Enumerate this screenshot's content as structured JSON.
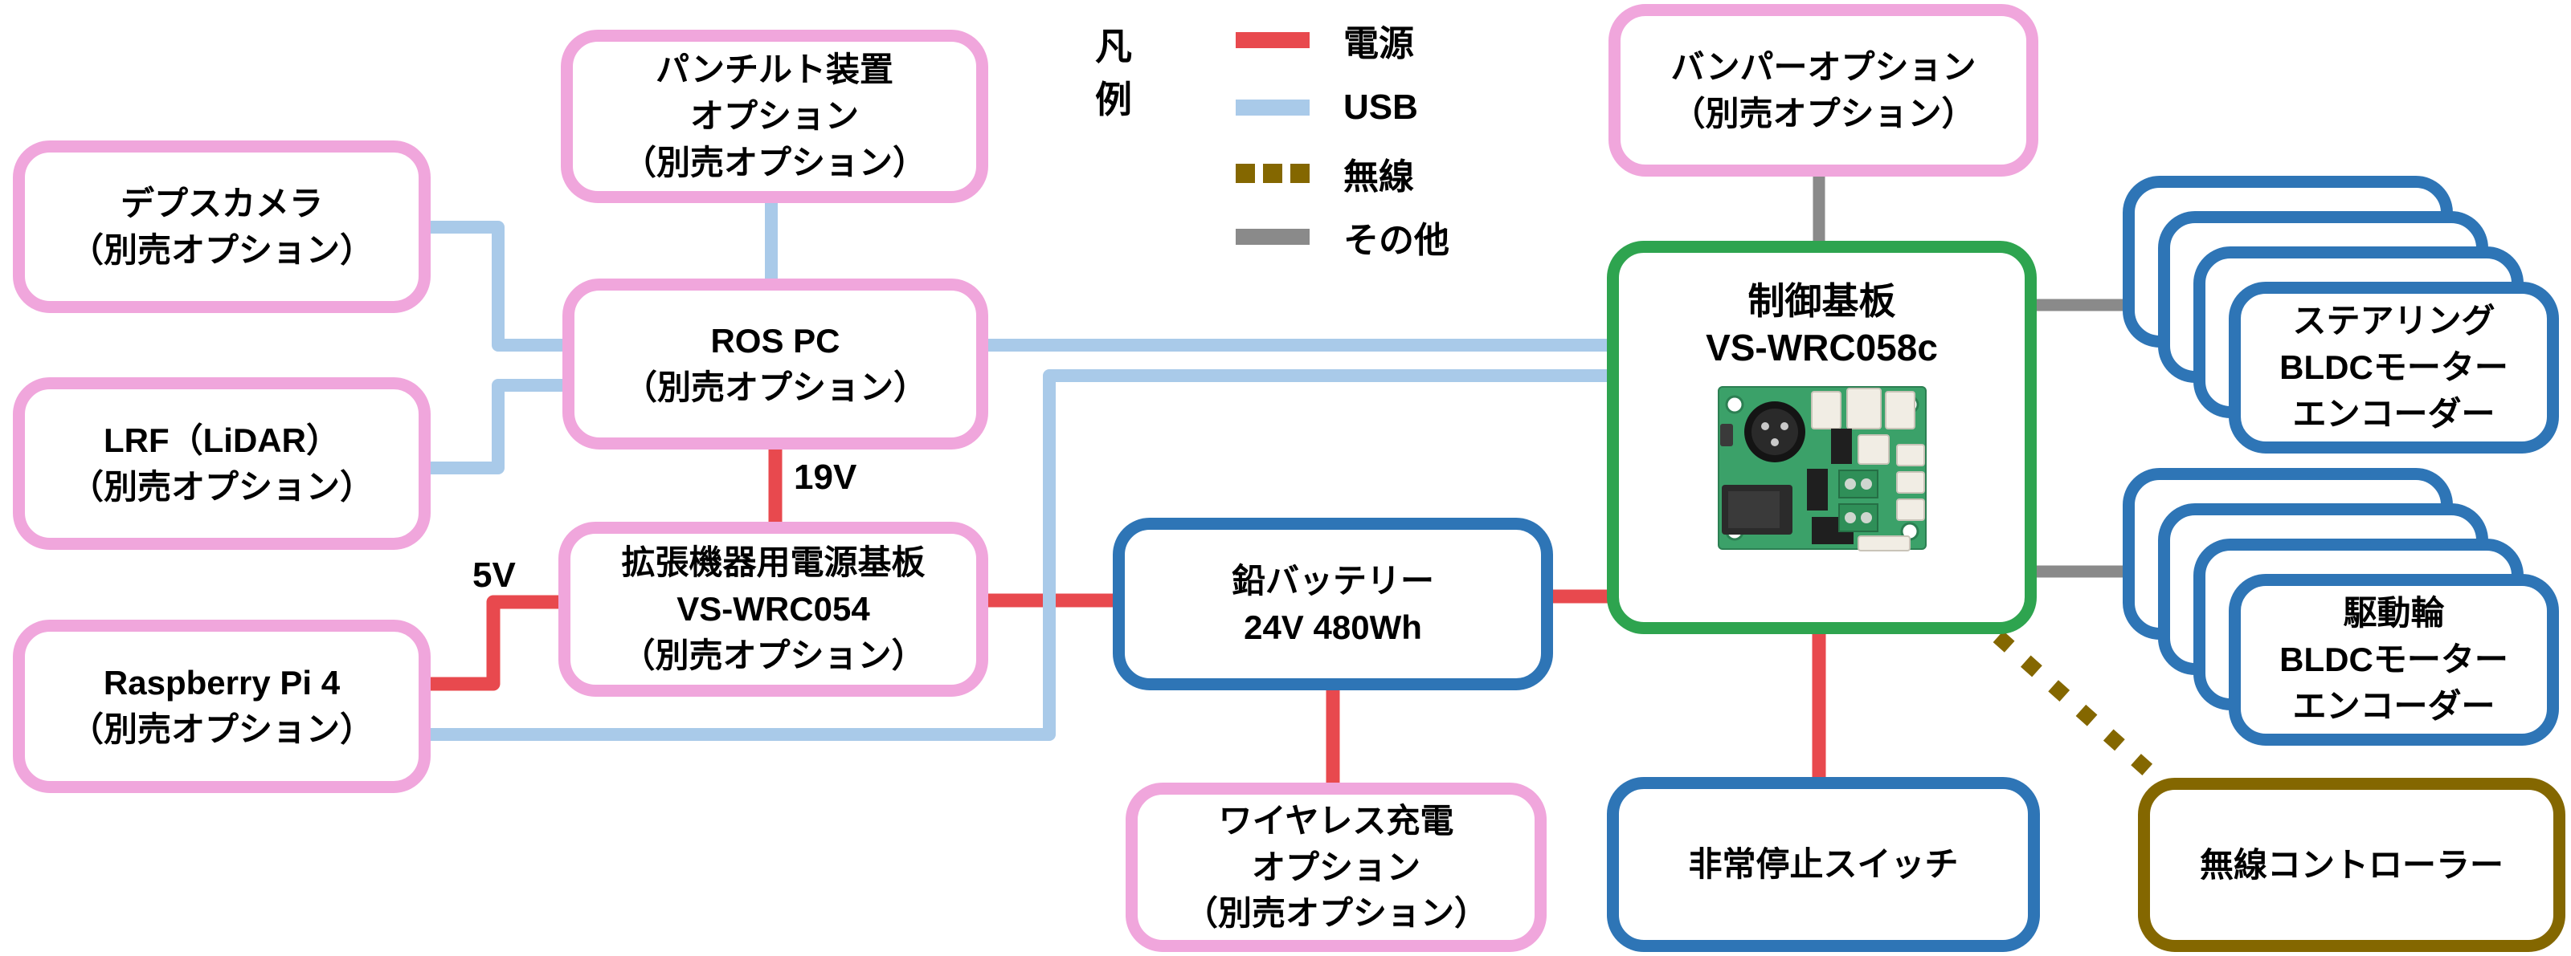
{
  "legend": {
    "title": "凡例",
    "items": [
      {
        "label": "電源",
        "color": "#E8494E",
        "style": "solid"
      },
      {
        "label": "USB",
        "color": "#A9CAE9",
        "style": "solid"
      },
      {
        "label": "無線",
        "color": "#846700",
        "style": "dotted"
      },
      {
        "label": "その他",
        "color": "#8A8A8A",
        "style": "solid"
      }
    ]
  },
  "nodes": {
    "depth_camera": {
      "label": "デプスカメラ\n（別売オプション）"
    },
    "lrf": {
      "label": "LRF（LiDAR）\n（別売オプション）"
    },
    "raspberry_pi": {
      "label": "Raspberry Pi 4\n（別売オプション）"
    },
    "pan_tilt": {
      "label": "パンチルト装置\nオプション\n（別売オプション）"
    },
    "ros_pc": {
      "label": "ROS PC\n（別売オプション）"
    },
    "power_board": {
      "label": "拡張機器用電源基板\nVS-WRC054\n（別売オプション）"
    },
    "bumper": {
      "label": "バンパーオプション\n（別売オプション）"
    },
    "control_board": {
      "label": "制御基板\nVS-WRC058c"
    },
    "battery": {
      "label": "鉛バッテリー\n24V 480Wh"
    },
    "wireless_charger": {
      "label": "ワイヤレス充電\nオプション\n（別売オプション）"
    },
    "emergency_stop": {
      "label": "非常停止スイッチ"
    },
    "wireless_controller": {
      "label": "無線コントローラー"
    },
    "steering_motor": {
      "label": "ステアリング\nBLDCモーター\nエンコーダー"
    },
    "drive_motor": {
      "label": "駆動輪\nBLDCモーター\nエンコーダー"
    }
  },
  "labels": {
    "v19": "19V",
    "v5": "5V"
  },
  "colors": {
    "power": "#E8494E",
    "usb": "#A9CAE9",
    "wireless": "#846700",
    "other": "#8A8A8A",
    "box_pink": "#F0A6DC",
    "box_green": "#2EA44F",
    "box_blue": "#2E75B6",
    "box_olive": "#846700",
    "text": "#000000"
  }
}
